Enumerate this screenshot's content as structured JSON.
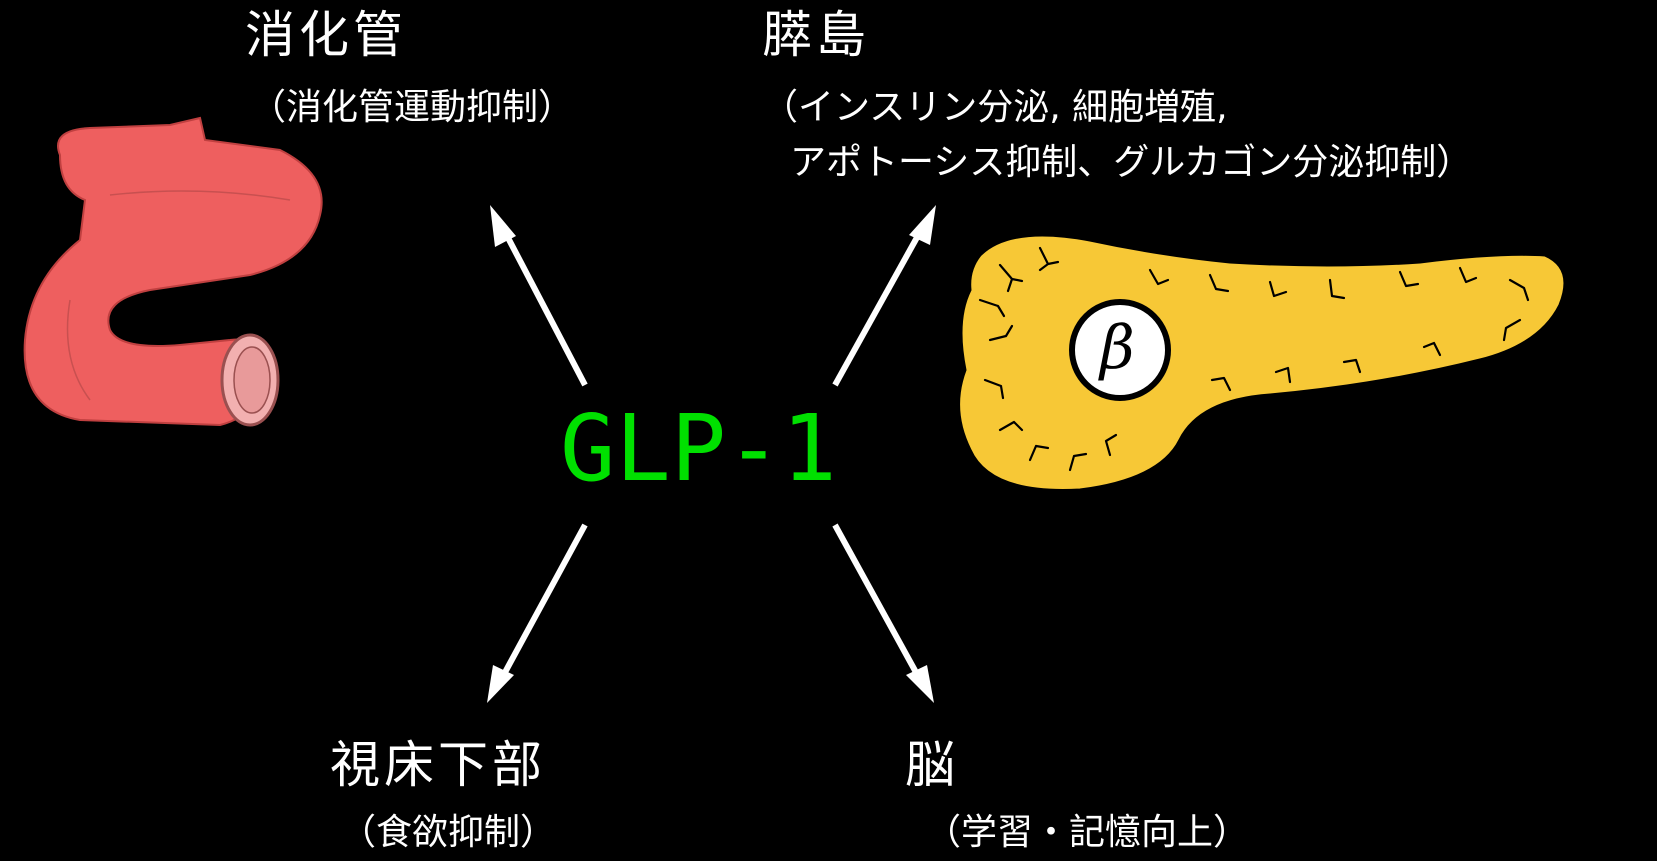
{
  "center": {
    "label": "GLP-1",
    "color": "#00e000"
  },
  "organs": {
    "gut": {
      "title": "消化管",
      "effect": "（消化管運動抑制）"
    },
    "islet": {
      "title": "膵島",
      "effect_line1": "（インスリン分泌, 細胞増殖,",
      "effect_line2": "アポトーシス抑制、グルカゴン分泌抑制）",
      "cell_label": "β"
    },
    "hypothalamus": {
      "title": "視床下部",
      "effect": "（食欲抑制）"
    },
    "brain": {
      "title": "脳",
      "effect": "（学習・記憶向上）"
    }
  },
  "colors": {
    "background": "#000000",
    "text": "#ffffff",
    "arrow": "#ffffff",
    "intestine": "#ee5f5f",
    "pancreas": "#f7c836",
    "outline": "#000000"
  }
}
